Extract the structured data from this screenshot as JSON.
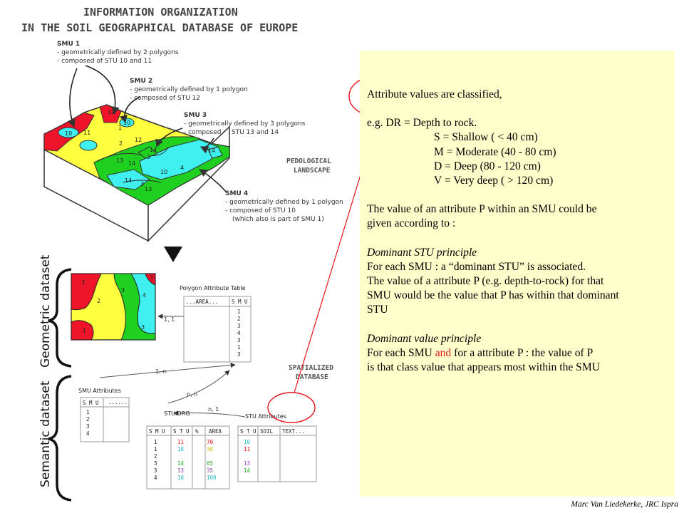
{
  "title": {
    "line1": "INFORMATION ORGANIZATION",
    "line2": "IN THE SOIL GEOGRAPHICAL DATABASE OF EUROPE"
  },
  "smu_notes": [
    {
      "name": "SMU 1",
      "lines": [
        "- geometrically defined by 2 polygons",
        "- composed of STU 10 and 11"
      ]
    },
    {
      "name": "SMU 2",
      "lines": [
        "- geometrically defined by 1 polygon",
        "- composed of  STU 12"
      ]
    },
    {
      "name": "SMU 3",
      "lines": [
        "- geometrically defined by 3 polygons",
        "- composed of STU 13 and 14"
      ]
    },
    {
      "name": "SMU 4",
      "lines": [
        "- geometrically defined by 1 polygon",
        "- composed of STU 10",
        "(which also is part of SMU 1)"
      ]
    }
  ],
  "landscape_label": [
    "PEDOLOGICAL",
    "LANDSCAPE"
  ],
  "landscape_numbers": [
    "10",
    "11",
    "12",
    "10",
    "2",
    "12",
    "1",
    "14",
    "3",
    "14",
    "10",
    "4",
    "14",
    "13",
    "14",
    "3",
    "13"
  ],
  "geometric_label": "Geometric dataset",
  "semantic_label": "Semantic dataset",
  "map_numbers": [
    "1",
    "2",
    "3",
    "4",
    "1",
    "3",
    "3"
  ],
  "polygon_table": {
    "title": "Polygon Attribute Table",
    "headers": [
      "...AREA...",
      "S M U"
    ],
    "smu_values": [
      "1",
      "2",
      "3",
      "4",
      "3",
      "1",
      "3"
    ]
  },
  "relations": {
    "geo_link": "1, 1",
    "smu_link": "1, n",
    "stu_org_link": "n, n",
    "stu_link": "n, 1"
  },
  "spatialized_label": [
    "SPATIALIZED",
    "DATABASE"
  ],
  "smu_attributes": {
    "title": "SMU Attributes",
    "headers": [
      "S M U",
      "......"
    ],
    "values": [
      "1",
      "2",
      "3",
      "4"
    ]
  },
  "stu_org": {
    "title": "STU.ORG",
    "headers": [
      "S M U",
      "S T U",
      "%",
      "AREA"
    ],
    "rows": [
      {
        "smu": "1",
        "stu": "11",
        "pct": "70"
      },
      {
        "smu": "1",
        "stu": "10",
        "pct": "30"
      },
      {
        "smu": "2",
        "stu": "",
        "pct": ""
      },
      {
        "smu": "3",
        "stu": "14",
        "pct": "65"
      },
      {
        "smu": "3",
        "stu": "13",
        "pct": "35"
      },
      {
        "smu": "4",
        "stu": "10",
        "pct": "100"
      }
    ]
  },
  "stu_attributes": {
    "title": "STU Attributes",
    "headers": [
      "S T U",
      "SOIL",
      "TEXT..."
    ],
    "values": [
      "10",
      "11",
      "",
      "13",
      "14"
    ]
  },
  "note": {
    "l1": "Attribute values are classified,",
    "l2": "e.g. DR = Depth to rock.",
    "classes": [
      "S = Shallow ( < 40 cm)",
      "M = Moderate (40 - 80 cm)",
      "D = Deep (80 - 120 cm)",
      "V = Very deep ( > 120 cm)"
    ],
    "l3": "The value of an attribute P within an SMU could be",
    "l4": "given according to :",
    "p1_title": "Dominant STU principle",
    "p1_lines": [
      "For each SMU : a “dominant STU” is associated.",
      "The value of a attribute P (e.g. depth-to-rock) for that",
      "SMU would be the value that P has within that dominant",
      "STU"
    ],
    "p2_title": "Dominant value principle",
    "p2_l1_a": "For each SMU ",
    "p2_l1_and": "and",
    "p2_l1_b": " for a attribute P : the value of P",
    "p2_l2": "is that class value that appears most within the SMU"
  },
  "credit": "Marc Van Liedekerke, JRC Ispra",
  "colors": {
    "red": "#f0142a",
    "yellow": "#ffff40",
    "green": "#20d020",
    "cyan": "#40f0f0",
    "panel": "#ffffcc",
    "red_text": "#e8141b"
  }
}
